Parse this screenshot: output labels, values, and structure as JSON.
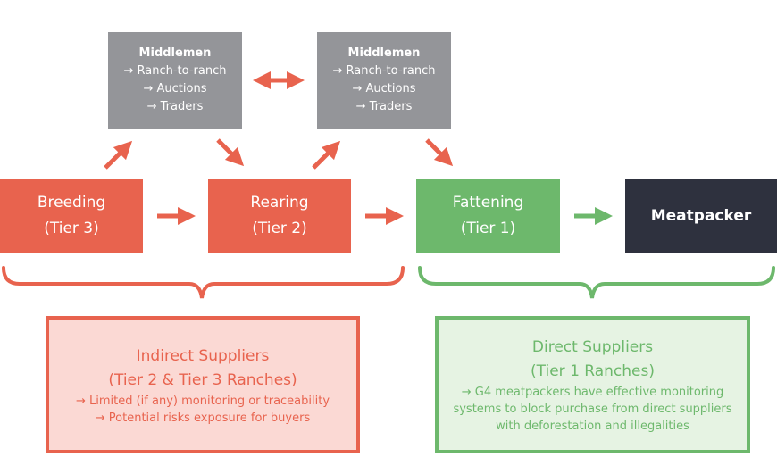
{
  "middlemen": [
    {
      "title": "Middlemen",
      "items": [
        "→ Ranch-to-ranch",
        "→ Auctions",
        "→ Traders"
      ]
    },
    {
      "title": "Middlemen",
      "items": [
        "→ Ranch-to-ranch",
        "→ Auctions",
        "→ Traders"
      ]
    }
  ],
  "stages": [
    {
      "label": "Breeding",
      "sub": "(Tier 3)"
    },
    {
      "label": "Rearing",
      "sub": "(Tier 2)"
    },
    {
      "label": "Fattening",
      "sub": "(Tier 1)"
    },
    {
      "label": "Meatpacker"
    }
  ],
  "indirect": {
    "title": "Indirect Suppliers",
    "subtitle": "(Tier 2 & Tier 3 Ranches)",
    "points": [
      "→ Limited (if any) monitoring or traceability",
      "→ Potential risks exposure for buyers"
    ]
  },
  "direct": {
    "title": "Direct Suppliers",
    "subtitle": "(Tier 1 Ranches)",
    "points": [
      "→ G4 meatpackers have effective monitoring",
      "systems to block purchase from direct suppliers",
      "with deforestation and illegalities"
    ]
  },
  "colors": {
    "red": "#e8634e",
    "green": "#6db86c",
    "gray": "#949599",
    "dark": "#2e313e",
    "red_fill": "#fbd9d4",
    "green_fill": "#e6f3e3"
  }
}
